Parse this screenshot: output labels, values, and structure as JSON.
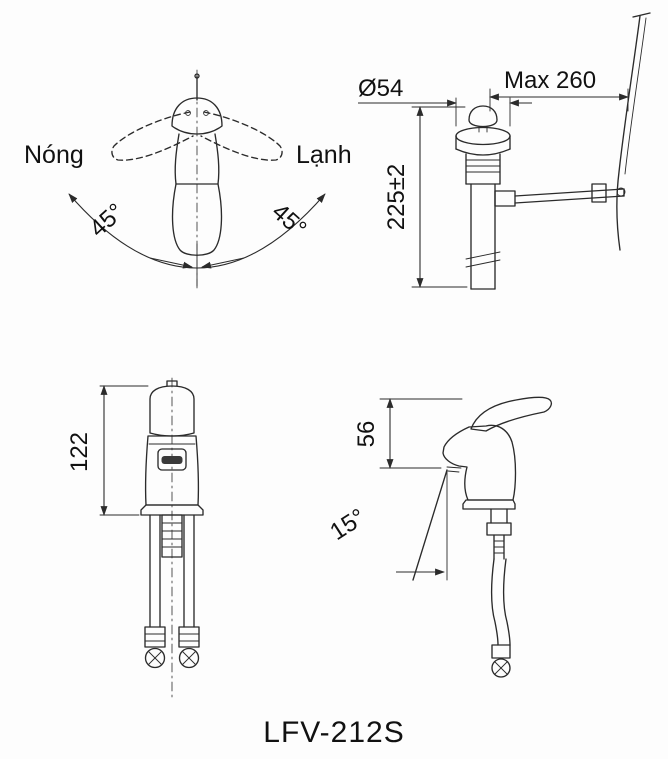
{
  "model": "LFV-212S",
  "colors": {
    "line": "#2b2b2b",
    "text": "#111111",
    "background": "#fdfdfd"
  },
  "top_view": {
    "label_hot": "Nóng",
    "label_cold": "Lạnh",
    "angle_left": "45°",
    "angle_right": "45°"
  },
  "drain_view": {
    "diameter": "Ø54",
    "max_reach": "Max 260",
    "height": "225±2"
  },
  "front_view": {
    "height": "122"
  },
  "side_view": {
    "spout_height": "56",
    "spout_angle": "15°"
  }
}
